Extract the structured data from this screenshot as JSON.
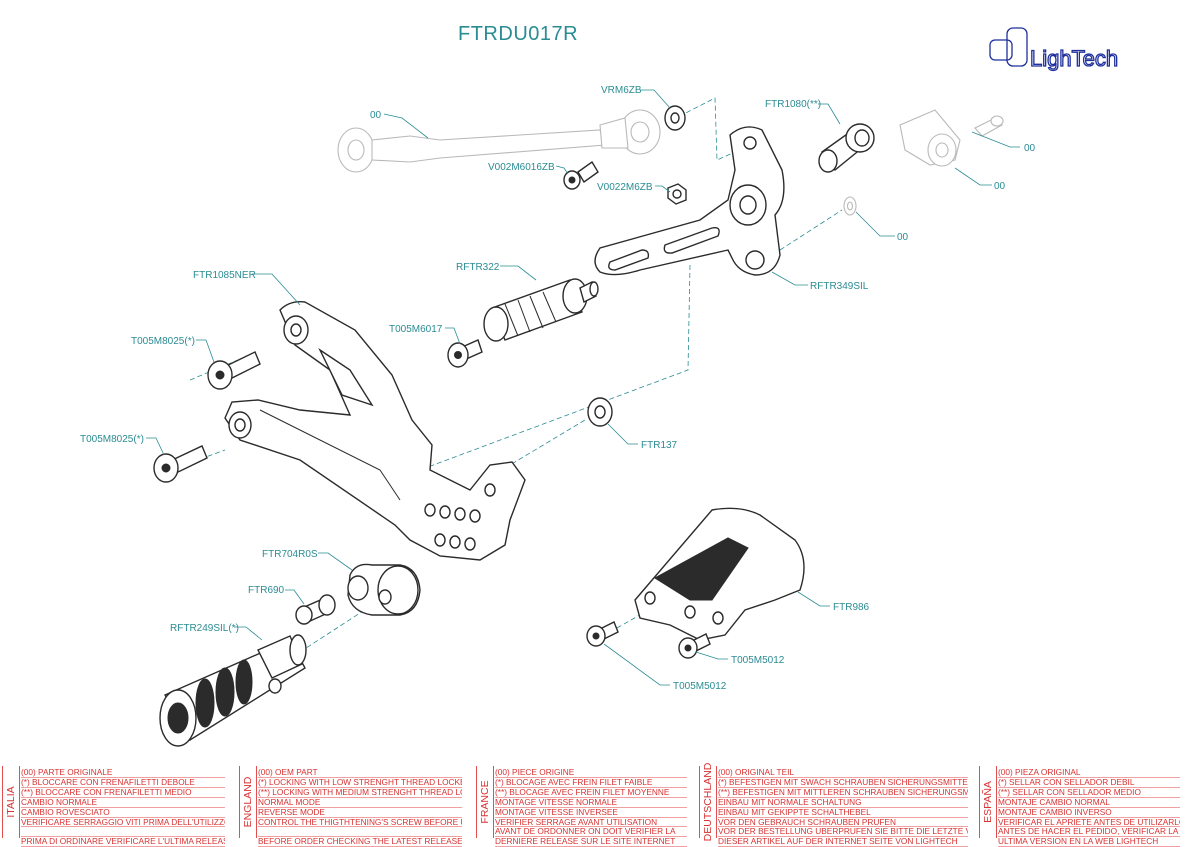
{
  "title": "FTRDU017R",
  "logo_text": "LighTech",
  "part_labels": {
    "oo_rod": "00",
    "vrm6zb": "VRM6ZB",
    "v002m6016zb": "V002M6016ZB",
    "v0022m6zb": "V0022M6ZB",
    "ftr1080": "FTR1080(**)",
    "oo_top1": "00",
    "oo_top2": "00",
    "oo_washer": "00",
    "rftr349sil": "RFTR349SIL",
    "rftr322": "RFTR322",
    "ftr1085ner": "FTR1085NER",
    "t005m6017": "T005M6017",
    "t005m8025_1": "T005M8025(*)",
    "t005m8025_2": "T005M8025(*)",
    "ftr137": "FTR137",
    "ftr704r0s": "FTR704R0S",
    "ftr690": "FTR690",
    "rftr249sil": "RFTR249SIL(*)",
    "ftr986": "FTR986",
    "t005m5012_1": "T005M5012",
    "t005m5012_2": "T005M5012"
  },
  "legend": [
    {
      "language": "ITALIA",
      "lines": [
        "(00) PARTE ORIGINALE",
        "(*)   BLOCCARE CON FRENAFILETTI DEBOLE",
        "(**)  BLOCCARE CON FRENAFILETTI MEDIO",
        "CAMBIO NORMALE",
        "CAMBIO ROVESCIATO",
        "VERIFICARE SERRAGGIO VITI PRIMA DELL'UTILIZZO",
        "",
        "PRIMA DI ORDINARE VERIFICARE L'ULTIMA RELEASE SUL SITO"
      ]
    },
    {
      "language": "ENGLAND",
      "lines": [
        "(00) OEM PART",
        "(*)   LOCKING WITH LOW STRENGHT THREAD LOCKER",
        "(**)  LOCKING WITH MEDIUM STRENGHT THREAD LOCKER",
        "NORMAL MODE",
        "REVERSE MODE",
        "CONTROL THE THIGTHTENING'S SCREW BEFORE USING",
        "",
        "BEFORE ORDER CHECKING THE LATEST RELEASE ON WEBSITE"
      ]
    },
    {
      "language": "FRANCE",
      "lines": [
        "(00) PIECE ORIGINE",
        "(*)   BLOCAGE AVEC FREIN FILET FAIBLE",
        "(**)  BLOCAGE AVEC FREIN FILET MOYENNE",
        "MONTAGE VITESSE NORMALE",
        "MONTAGE VITESSE INVERSEE",
        "VERIFIER SERRAGE AVANT UTILISATION",
        "AVANT DE ORDONNER ON DOIT VERIFIER LA",
        "DERNIERE RELEASE SUR LE SITE INTERNET"
      ]
    },
    {
      "language": "DEUTSCHLAND",
      "lines": [
        "(00) ORIGINAL TEIL",
        "(*)   BEFESTIGEN MIT SWACH SCHRAUBEN SICHERUNGSMITTEL",
        "(**)  BEFESTIGEN MIT MITTLEREN SCHRAUBEN SICHERUNGSMITTEL",
        "EINBAU MIT NORMALE SCHALTUNG",
        "EINBAU MIT GEKIPPTE SCHALTHEBEL",
        "VOR DEN GEBRAUCH SCHRAUBEN PRUFEN",
        "VOR DER BESTELLUNG UBERPRUFEN SIE BITTE DIE LETZTE VERSION",
        "DIESER ARTIKEL AUF DER INTERNET SEITE VON LIGHTECH"
      ]
    },
    {
      "language": "ESPAÑA",
      "lines": [
        "(00) PIEZA ORIGINAL",
        "(*)   SELLAR CON SELLADOR DEBIL",
        "(**)  SELLAR CON SELLADOR MEDIO",
        "MONTAJE  CAMBIO NORMAL",
        "MONTAJE CAMBIO INVERSO",
        "VERIFICAR EL APRIETE ANTES DE UTILIZARLO",
        "ANTES DE HACER EL PEDIDO, VERIFICAR LA",
        "ULTIMA VERSION EN LA WEB LIGHTECH"
      ]
    }
  ]
}
